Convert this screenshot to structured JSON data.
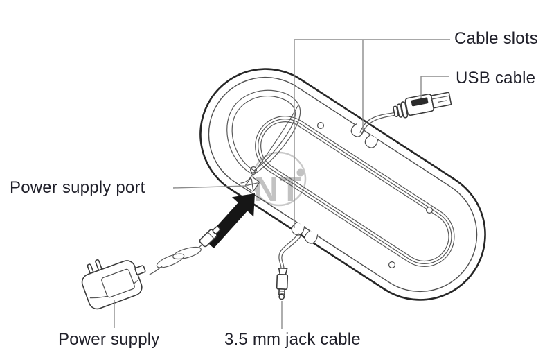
{
  "labels": {
    "cable_slots": "Cable slots",
    "usb_cable": "USB cable",
    "power_supply_port": "Power supply port",
    "power_supply": "Power supply",
    "jack_cable": "3.5 mm jack cable"
  },
  "watermark": {
    "text": "NT"
  },
  "colors": {
    "outline": "#262626",
    "detail_line": "#4f4f4f",
    "leader_line": "#8c8c8c",
    "label_text": "#1f1f29",
    "arrow": "#161616",
    "watermark": "#c2c2c2",
    "background": "#ffffff"
  },
  "illustration": {
    "parts": [
      "speakerphone-bottom-view",
      "cable-routing-channel",
      "coiled-cable-loop",
      "cable-slot-top",
      "cable-slot-bottom",
      "usb-connector",
      "jack-plug-3-5mm",
      "power-adapter",
      "dc-barrel-connector",
      "power-port-arrow"
    ]
  }
}
